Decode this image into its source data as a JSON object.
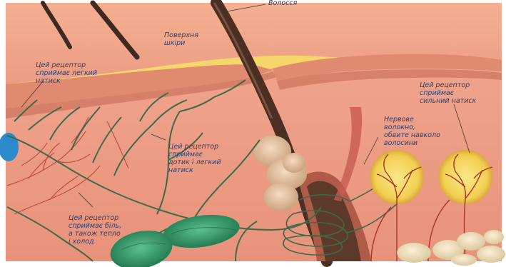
{
  "title": "",
  "labels": {
    "hair": "Волосся",
    "skin_surface": "Поверхня\nшкіри",
    "light_pressure": "Цей рецептор\nсприймає легкий\nнатиск",
    "touch_light_pressure": "Цей рецептор\nсприймає\nдотик і легкий\nнатиск",
    "pain_heat_cold": "Цей рецептор\nсприймає біль,\nа також тепло\nі холод",
    "strong_pressure": "Цей рецептор\nсприймає\nсильний натиск",
    "nerve_fibre": "Нервове\nволокно,\nобвите навколо\nволосини"
  },
  "colors": {
    "outer_skin": "#f0a08a",
    "dermis": "#ee9a82",
    "epidermis_band": "#d98068",
    "nerve": "#3f6a4a",
    "vessel": "#b8403a",
    "hair_shaft": "#4a2f22",
    "receptor_green": "#2f9a6a",
    "receptor_yellow": "#f2d35a",
    "label_text": "#2a3f6e",
    "page_background": "#f6d66a"
  }
}
